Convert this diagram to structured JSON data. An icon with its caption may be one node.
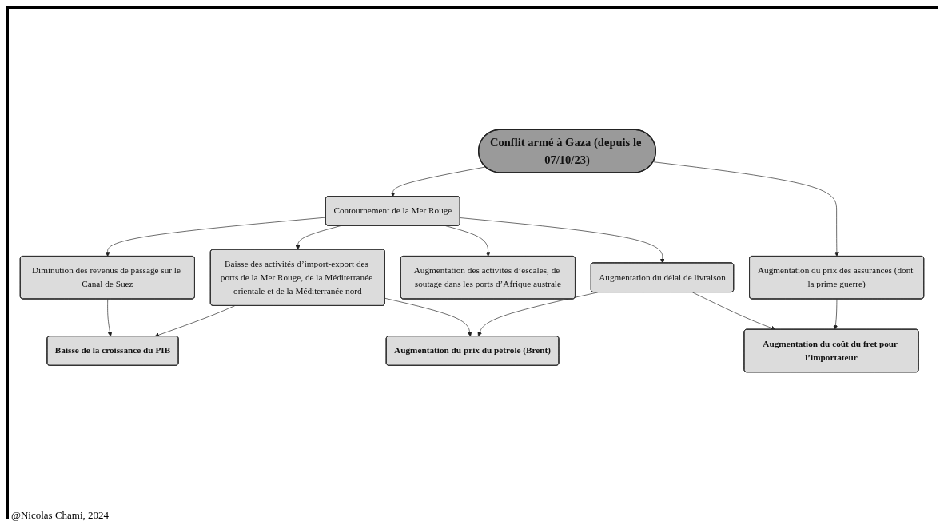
{
  "diagram": {
    "nodes": [
      {
        "text": [
          "Conflit armé à Gaza (depuis le 07/10/23)"
        ]
      },
      {
        "text": [
          "Diminution des revenus de passage sur le Canal de Suez"
        ]
      },
      {
        "text": [
          "Contournement de la Mer Rouge"
        ]
      },
      {
        "text": [
          "Augmentation du prix des assurances (dont la prime guerre)"
        ]
      },
      {
        "text": [
          "Augmentation des activités d’escales, de soutage dans les ports d’Afrique australe"
        ]
      },
      {
        "text": [
          "Augmentation du délai de livraison"
        ]
      },
      {
        "text": [
          "Augmentation du coût du fret pour l’importateur"
        ]
      },
      {
        "text": [
          "Baisse des activités d’import-export des ports de la Mer Rouge, de la Méditerranée orientale et de la Méditerranée nord"
        ]
      },
      {
        "text": [
          "Augmentation du prix du pétrole (Brent)"
        ]
      },
      {
        "text": [
          "Baisse de la croissance du PIB"
        ]
      }
    ],
    "edges": [
      {
        "from": 0,
        "to": 2,
        "arrow": "to"
      },
      {
        "from": 0,
        "to": 3,
        "arrow": "to"
      },
      {
        "from": 2,
        "to": 1,
        "arrow": "to"
      },
      {
        "from": 2,
        "to": 4,
        "arrow": "to"
      },
      {
        "from": 2,
        "to": 5,
        "arrow": "to"
      },
      {
        "from": 2,
        "to": 7,
        "arrow": "to"
      },
      {
        "from": 3,
        "to": 6,
        "arrow": "to"
      },
      {
        "from": 5,
        "to": 6,
        "arrow": "to"
      },
      {
        "from": 5,
        "to": 8,
        "arrow": "to"
      },
      {
        "from": 7,
        "to": 8,
        "arrow": "to"
      },
      {
        "from": 7,
        "to": 9,
        "arrow": "to"
      },
      {
        "from": 1,
        "to": 9,
        "arrow": "to"
      }
    ],
    "labels": [
      "@Nicolas Chami, 2024"
    ]
  }
}
